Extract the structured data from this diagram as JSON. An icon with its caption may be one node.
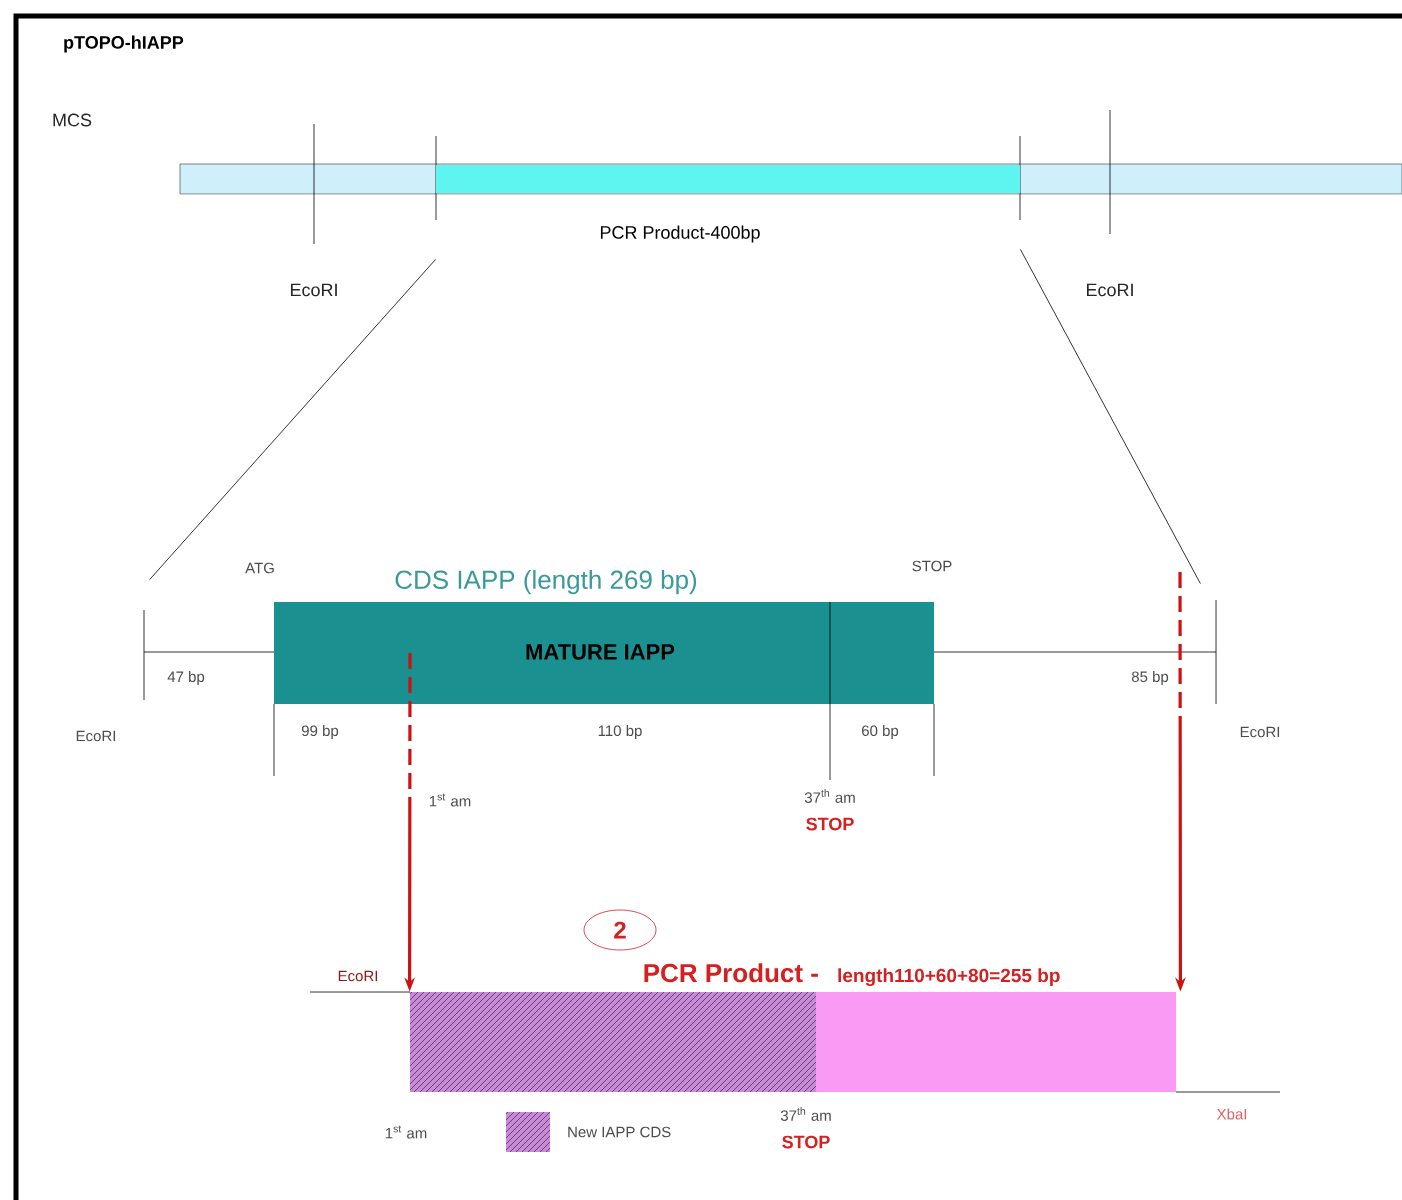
{
  "diagram": {
    "title": "pTOPO-hIAPP",
    "nodes": [
      {
        "text": [
          "PCR Product-400bp"
        ]
      },
      {
        "text": [
          "CDS IAPP (length 269 bp)",
          "MATURE IAPP"
        ]
      },
      {
        "text": [
          "PCR Product -",
          "length110+60+80=255 bp"
        ]
      },
      {
        "text": [
          "2"
        ]
      }
    ],
    "edges": [
      {
        "from": 1,
        "to": 2,
        "arrow": "to",
        "style": "dashed",
        "color": "#cc1111"
      },
      {
        "from": null,
        "to": 2,
        "arrow": "to",
        "style": "dashed",
        "color": "#cc1111"
      },
      {
        "from": 0,
        "to": 1,
        "arrow": "none",
        "color": "#000000"
      },
      {
        "from": 0,
        "to": 1,
        "arrow": "none",
        "color": "#000000"
      }
    ],
    "labels": [
      "MCS",
      "EcoRI",
      "EcoRI",
      "ATG",
      "STOP",
      "47 bp",
      "EcoRI",
      "99 bp",
      "110 bp",
      "60 bp",
      "85 bp",
      "EcoRI",
      "1$^{st}$ am",
      "37$^{th}$ am",
      "STOP",
      "EcoRI",
      "XbaI",
      "1$^{st}$ am",
      "37$^{th}$ am",
      "STOP"
    ],
    "legend": [
      {
        "text": "New IAPP CDS"
      }
    ]
  }
}
